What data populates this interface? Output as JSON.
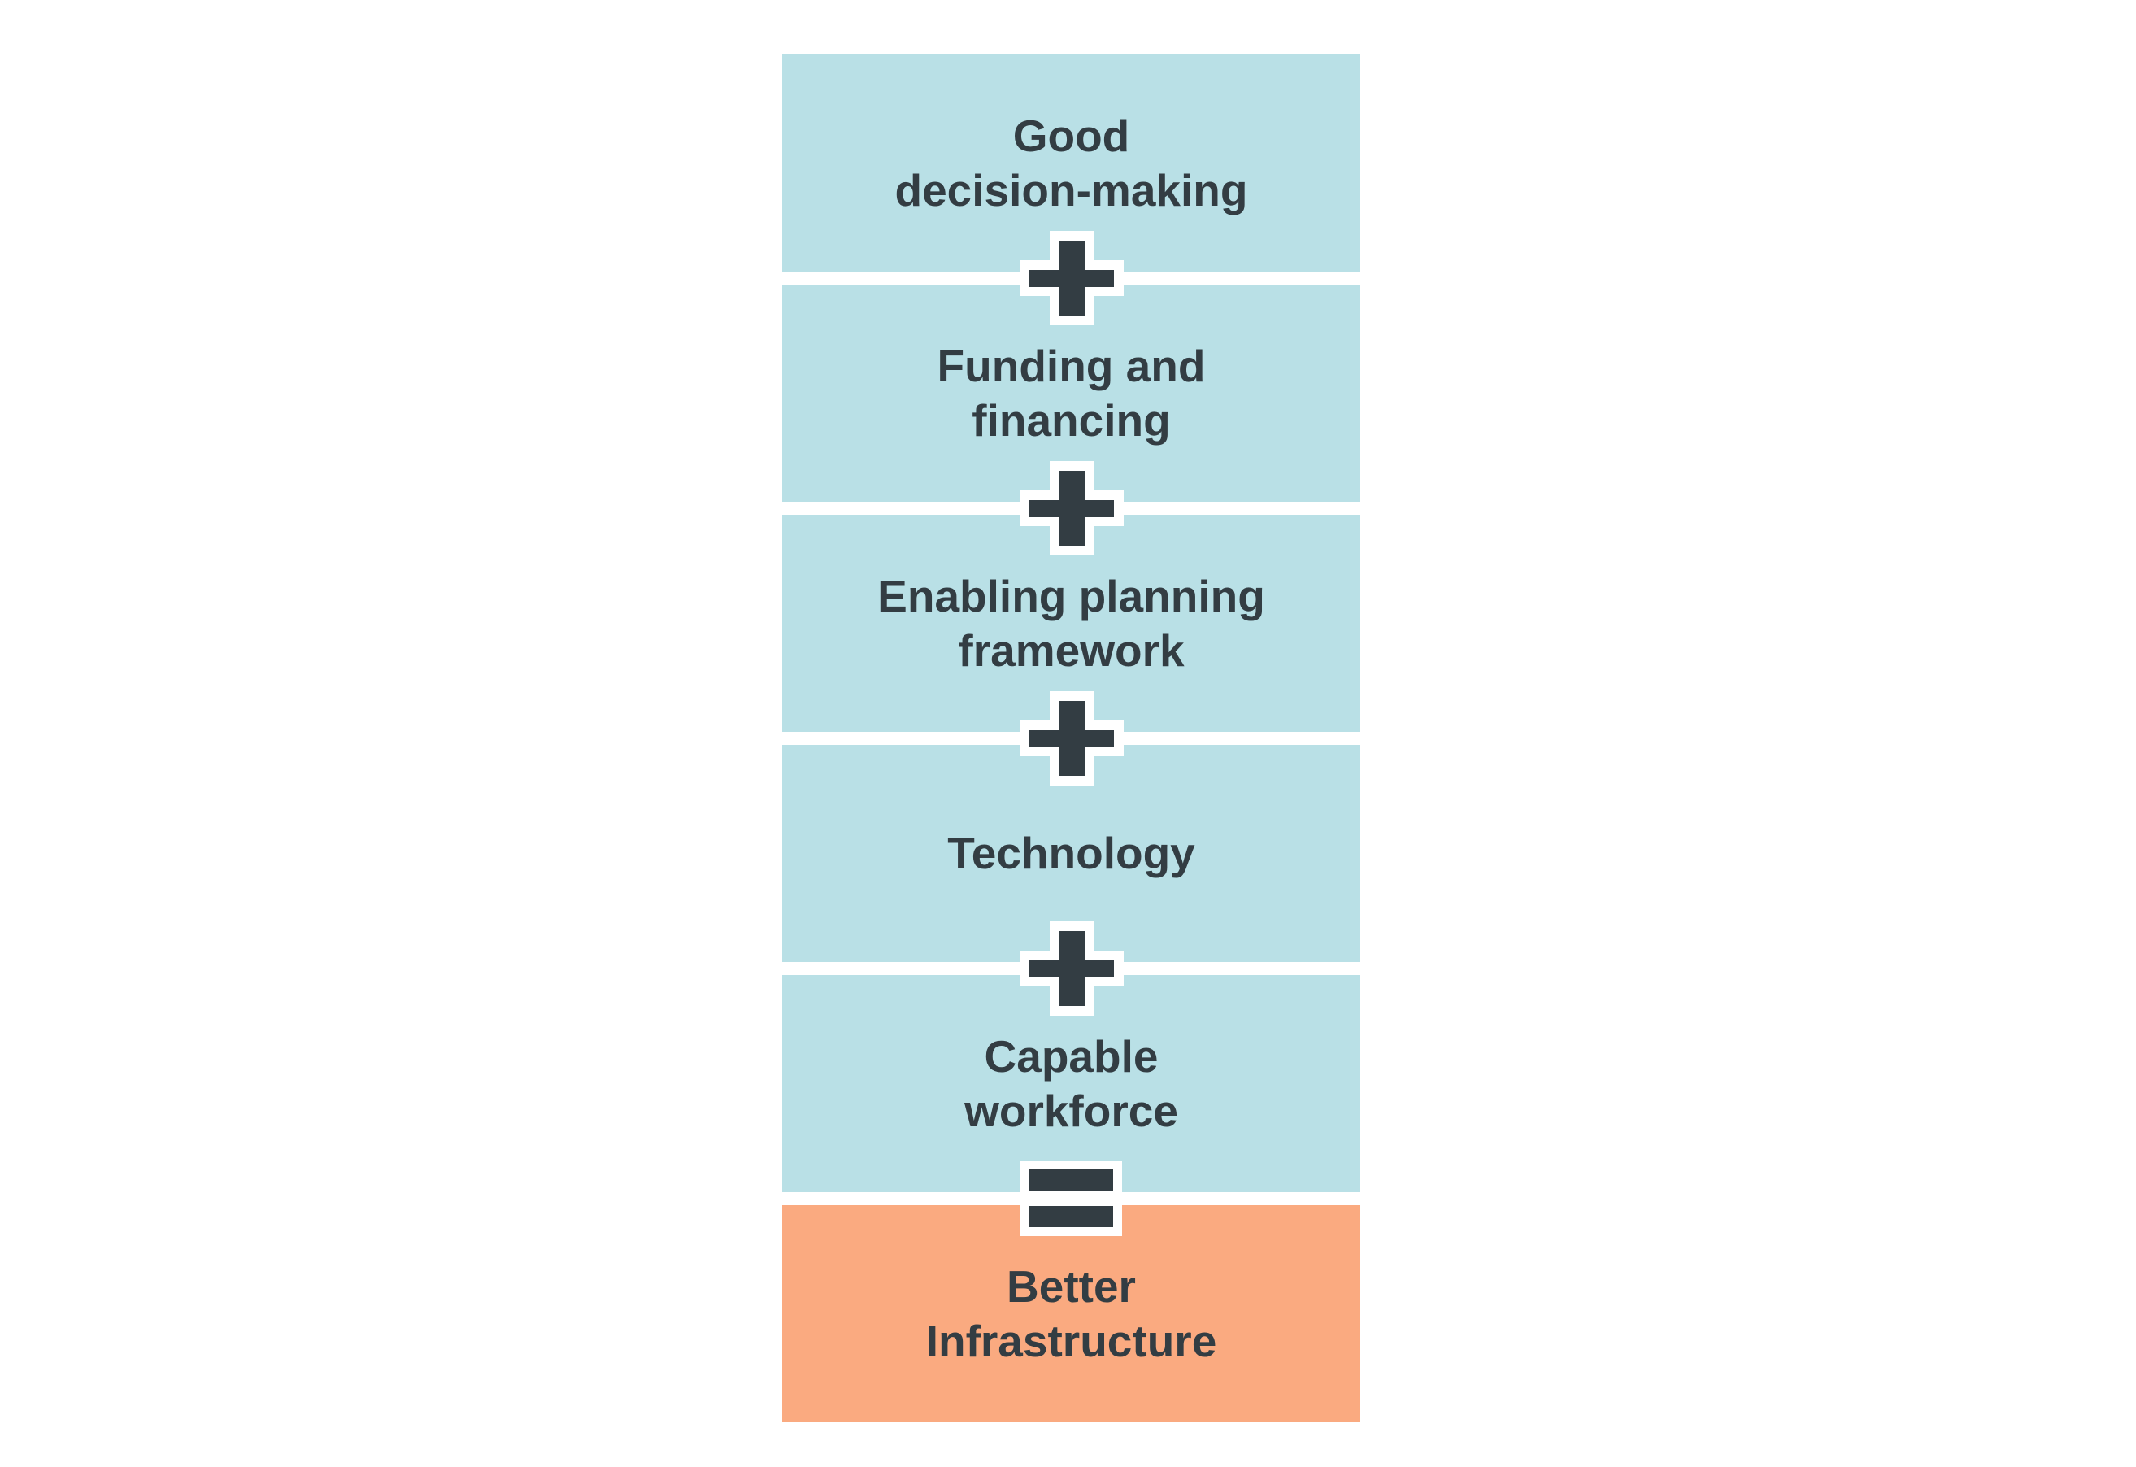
{
  "diagram": {
    "boxes": [
      {
        "lines": [
          "Good",
          "decision-making"
        ],
        "role": "factor"
      },
      {
        "lines": [
          "Funding and",
          "financing"
        ],
        "role": "factor"
      },
      {
        "lines": [
          "Enabling planning",
          "framework"
        ],
        "role": "factor"
      },
      {
        "lines": [
          "Technology"
        ],
        "role": "factor"
      },
      {
        "lines": [
          "Capable",
          "workforce"
        ],
        "role": "factor"
      },
      {
        "lines": [
          "Better",
          "Infrastructure"
        ],
        "role": "result"
      }
    ],
    "operators": [
      {
        "symbol": "+"
      },
      {
        "symbol": "+"
      },
      {
        "symbol": "+"
      },
      {
        "symbol": "+"
      },
      {
        "symbol": "="
      }
    ],
    "colors": {
      "factor_bg": "#b9e0e6",
      "result_bg": "#faaa80",
      "text": "#333d43",
      "operator_fill": "#333d43",
      "operator_outline": "#ffffff",
      "page_bg": "#ffffff"
    }
  }
}
